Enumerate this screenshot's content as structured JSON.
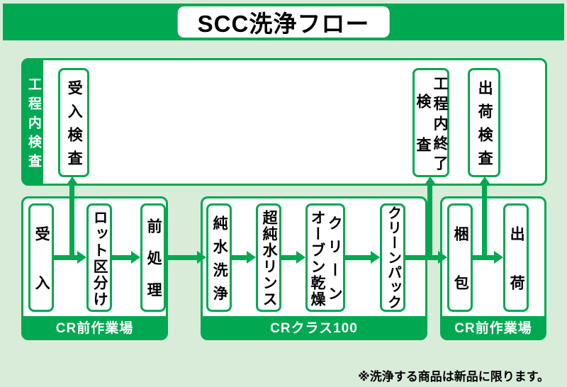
{
  "title": "SCC洗浄フロー",
  "inspection": {
    "side_label": "工程内検査",
    "boxes": [
      {
        "name": "receiving-inspection",
        "label": "受入検査"
      },
      {
        "name": "in-process-final-inspection",
        "label": "工程内終了検査",
        "columns": [
          "工程内終了",
          "検査"
        ]
      },
      {
        "name": "shipping-inspection",
        "label": "出荷検査"
      }
    ]
  },
  "panels": [
    {
      "caption": "CR前作業場",
      "steps": [
        {
          "label": "受入"
        },
        {
          "label": "ロット区分け"
        },
        {
          "label": "前処理"
        }
      ]
    },
    {
      "caption": "CRクラス100",
      "steps": [
        {
          "label": "純水洗浄"
        },
        {
          "label": "超純水リンス"
        },
        {
          "label": "クリーンオーブン乾燥",
          "columns": [
            "クリーン",
            "オーブン乾燥"
          ]
        },
        {
          "label": "クリーンパック"
        }
      ]
    },
    {
      "caption": "CR前作業場",
      "steps": [
        {
          "label": "梱包"
        },
        {
          "label": "出荷"
        }
      ]
    }
  ],
  "footnote": "※洗浄する商品は新品に限ります。",
  "colors": {
    "green": "#00a851",
    "background": "#d9ecd9",
    "box_background": "#ffffff",
    "text": "#000000"
  }
}
